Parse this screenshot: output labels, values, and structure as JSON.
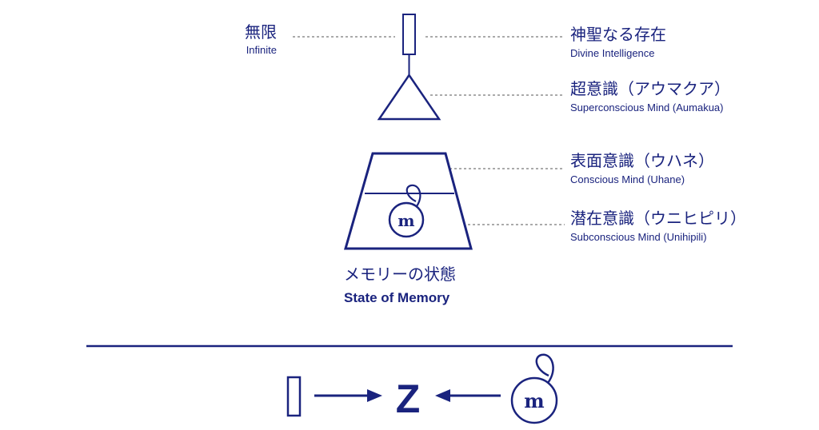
{
  "labels": {
    "infinite_jp": "無限",
    "infinite_en": "Infinite",
    "divine_jp": "神聖なる存在",
    "divine_en": "Divine Intelligence",
    "superconscious_jp": "超意識（アウマクア）",
    "superconscious_en": "Superconscious Mind (Aumakua)",
    "conscious_jp": "表面意識（ウハネ）",
    "conscious_en": "Conscious Mind (Uhane)",
    "subconscious_jp": "潜在意識（ウニヒピリ）",
    "subconscious_en": "Subconscious Mind (Unihipili)",
    "memory_jp": "メモリーの状態",
    "memory_en": "State of Memory",
    "m_symbol": "m",
    "m_symbol_bottom": "m",
    "zero": "Z"
  },
  "colors": {
    "primary": "#1a237e",
    "dashed": "#555555",
    "background": "#ffffff"
  },
  "icons": {
    "infinite": "rectangle-icon",
    "superconscious": "triangle-icon",
    "mind": "trapezoid-icon",
    "memory": "spiral-m-icon",
    "arrow_right": "arrow-right-icon",
    "arrow_left": "arrow-left-icon"
  }
}
